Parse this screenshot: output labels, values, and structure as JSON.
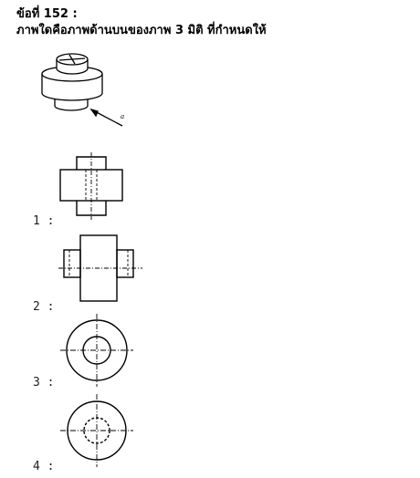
{
  "question": {
    "number": "ข้อที่ 152 :",
    "text": "ภาพใดคือภาพด้านบนของภาพ 3 มิติ ที่กำหนดให้"
  },
  "choices": [
    {
      "label": "1 :"
    },
    {
      "label": "2 :"
    },
    {
      "label": "3 :"
    },
    {
      "label": "4 :"
    }
  ]
}
